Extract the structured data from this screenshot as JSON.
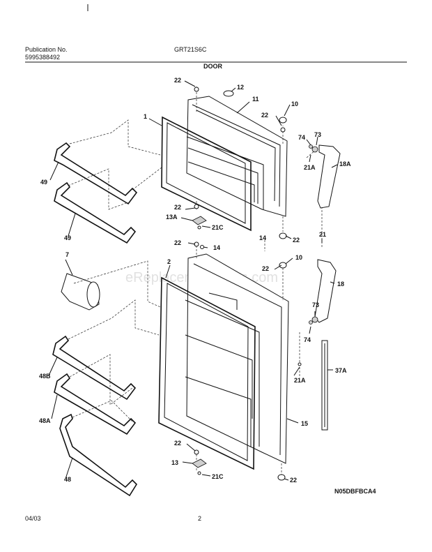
{
  "header": {
    "publication_label": "Publication No.",
    "publication_number": "5995388492",
    "model": "GRT21S6C",
    "section_title": "DOOR"
  },
  "footer": {
    "date": "04/03",
    "page_number": "2",
    "diagram_code": "N05DBFBCA4"
  },
  "watermark": "eReplacementParts.com",
  "callouts": {
    "c22_top": "22",
    "c12": "12",
    "c11": "11",
    "c22_hinge": "22",
    "c10_top": "10",
    "c1": "1",
    "c74_top": "74",
    "c73_top": "73",
    "c18A": "18A",
    "c21A_top": "21A",
    "c49_upper": "49",
    "c22_mid": "22",
    "c13A": "13A",
    "c21C_top": "21C",
    "c22_right": "22",
    "c21": "21",
    "c49_lower": "49",
    "c22_lower_pin": "22",
    "c14_a": "14",
    "c14_b": "14",
    "c7": "7",
    "c2": "2",
    "c22_lower_top": "22",
    "c10_lower": "10",
    "c18": "18",
    "c73_lower": "73",
    "c74_lower": "74",
    "c37A": "37A",
    "c48B": "48B",
    "c21A_lower": "21A",
    "c48A": "48A",
    "c15": "15",
    "c48": "48",
    "c22_bottom": "22",
    "c13": "13",
    "c21C_bottom": "21C",
    "c22_bottom_right": "22"
  }
}
